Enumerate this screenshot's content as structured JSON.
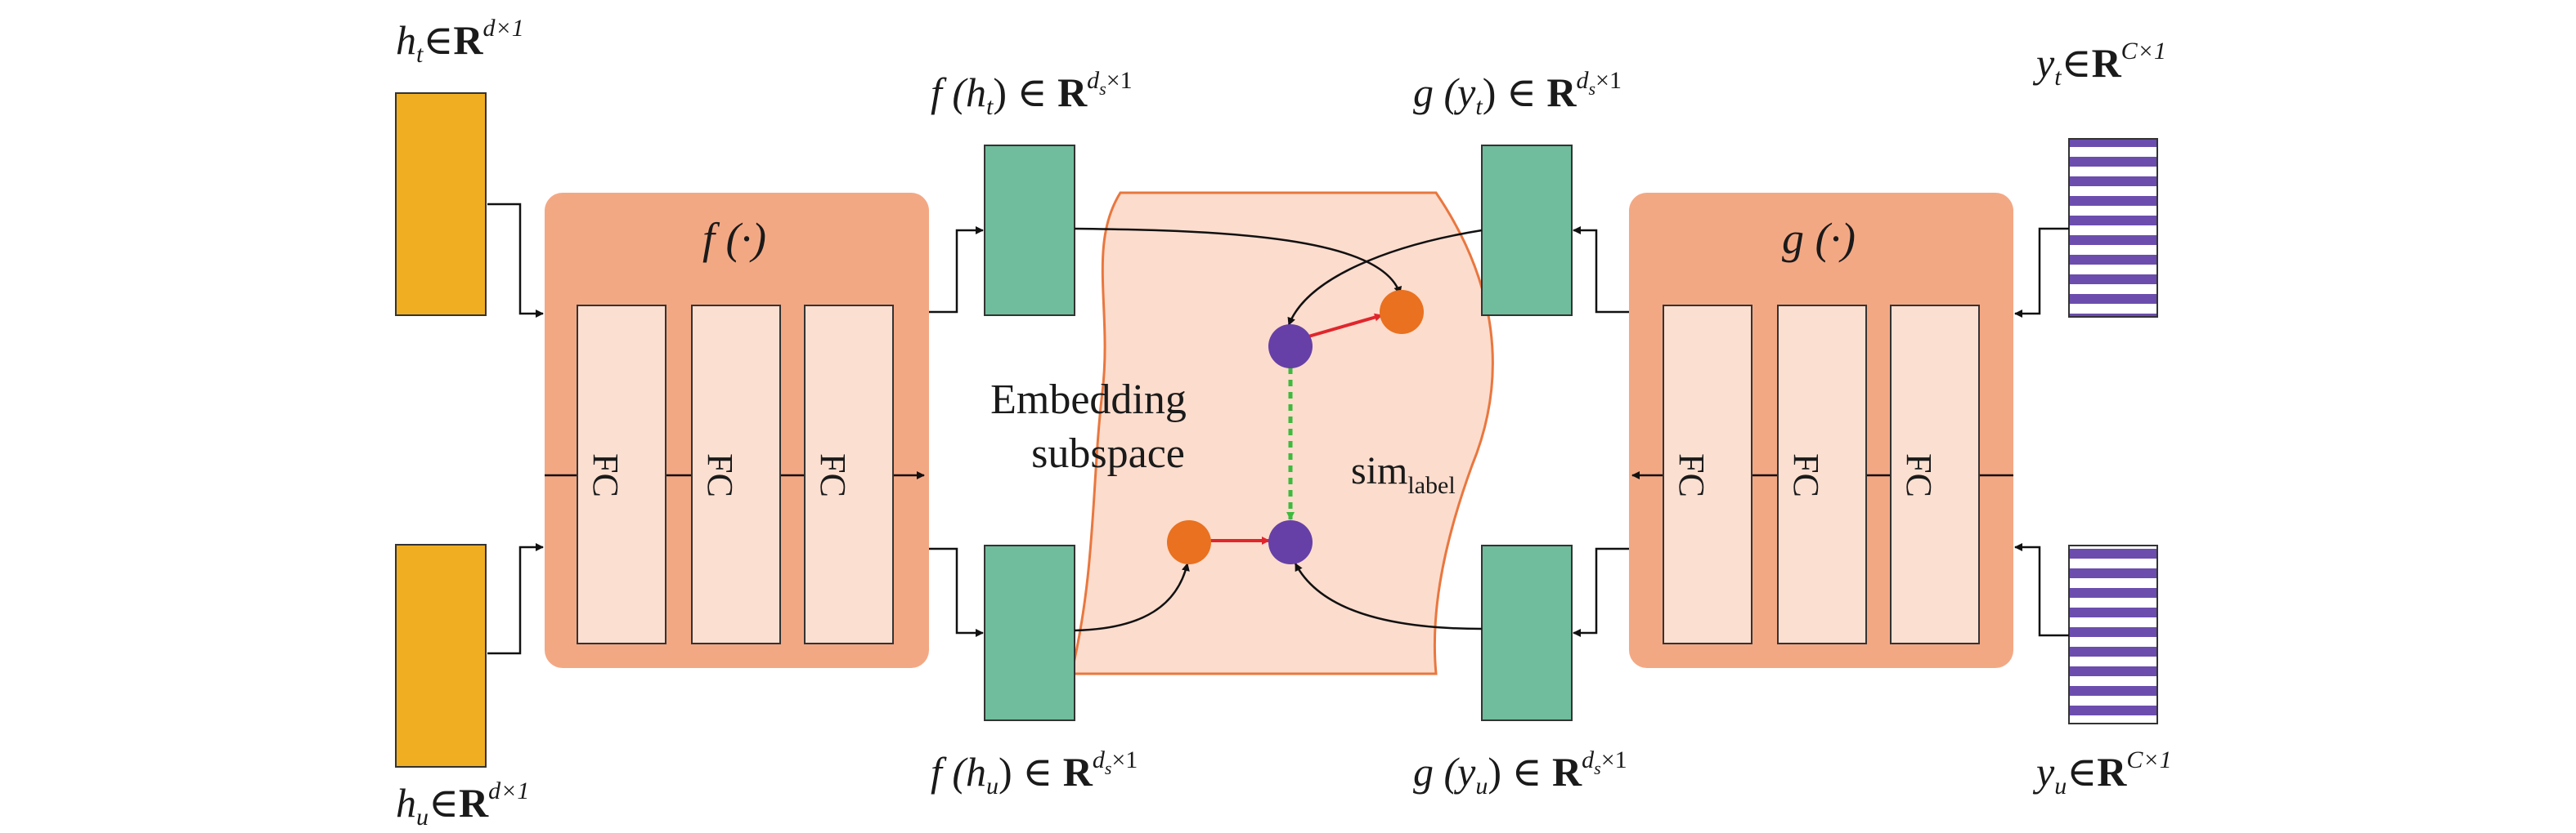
{
  "labels": {
    "ht": {
      "var": "h",
      "sub": "t",
      "in": "∈",
      "set": "R",
      "sup": "d×1"
    },
    "hu": {
      "var": "h",
      "sub": "u",
      "in": "∈",
      "set": "R",
      "sup": "d×1"
    },
    "fht": {
      "pre": "f (h",
      "sub": "t",
      "post": ") ∈ ",
      "set": "R",
      "sup1": "d",
      "sup1sub": "s",
      "sup2": "×1"
    },
    "fhu": {
      "pre": "f (h",
      "sub": "u",
      "post": ") ∈ ",
      "set": "R",
      "sup1": "d",
      "sup1sub": "s",
      "sup2": "×1"
    },
    "gyt": {
      "pre": "g (y",
      "sub": "t",
      "post": ") ∈ ",
      "set": "R",
      "sup1": "d",
      "sup1sub": "s",
      "sup2": "×1"
    },
    "gyu": {
      "pre": "g (y",
      "sub": "u",
      "post": ") ∈ ",
      "set": "R",
      "sup1": "d",
      "sup1sub": "s",
      "sup2": "×1"
    },
    "yt": {
      "var": "y",
      "sub": "t",
      "in": "∈",
      "set": "R",
      "sup": "C×1"
    },
    "yu": {
      "var": "y",
      "sub": "u",
      "in": "∈",
      "set": "R",
      "sup": "C×1"
    }
  },
  "encoders": {
    "f": {
      "title": "f (·)",
      "layers": [
        "FC",
        "FC",
        "FC"
      ]
    },
    "g": {
      "title": "g (·)",
      "layers": [
        "FC",
        "FC",
        "FC"
      ]
    }
  },
  "subspace": {
    "line1": "Embedding",
    "line2": "subspace",
    "sim_main": "sim",
    "sim_sub": "label"
  },
  "colors": {
    "input_feature": "#F0AE22",
    "embedding": "#6FBD9C",
    "encoder_bg": "#F3A884",
    "fc_layer": "#FBDFD1",
    "subspace_fill": "#FCDCCD",
    "subspace_edge": "#E9773F",
    "node_orange": "#E9711F",
    "node_purple": "#6640A6",
    "label_stripe": "#6C4DAE",
    "sim_arrow": "#E0262C",
    "sim_label_arrow": "#3DBA3D"
  }
}
